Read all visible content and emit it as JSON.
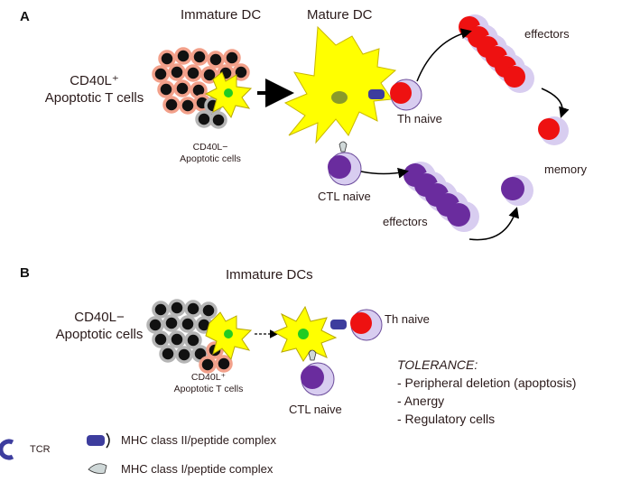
{
  "panels": {
    "a": "A",
    "b": "B"
  },
  "panel_a": {
    "immature_dc": "Immature DC",
    "mature_dc": "Mature DC",
    "apoptotic_t_line1": "CD40L⁺",
    "apoptotic_t_line2": "Apoptotic T cells",
    "cd40l_neg_line1": "CD40L−",
    "cd40l_neg_line2": "Apoptotic cells",
    "th_naive": "Th naive",
    "ctl_naive": "CTL naive",
    "effectors_top": "effectors",
    "effectors_bottom": "effectors",
    "memory": "memory"
  },
  "panel_b": {
    "immature_dcs": "Immature DCs",
    "apoptotic_line1": "CD40L−",
    "apoptotic_line2": "Apoptotic cells",
    "cd40l_pos_line1": "CD40L⁺",
    "cd40l_pos_line2": "Apoptotic T cells",
    "th_naive": "Th naive",
    "ctl_naive": "CTL naive",
    "tolerance_title": "TOLERANCE:",
    "tolerance_items": [
      "- Peripheral deletion (apoptosis)",
      "- Anergy",
      "- Regulatory cells"
    ]
  },
  "legend": {
    "tcr": "TCR",
    "mhc2": "MHC class II/peptide complex",
    "mhc1": "MHC class I/peptide complex"
  },
  "colors": {
    "dc_yellow": "#ffff00",
    "nucleus_green": "#22cc22",
    "th_red": "#ee1111",
    "ctl_purple": "#6a2c9e",
    "cell_lilac": "#d8cdf0",
    "tcr_blue": "#3d3d9e",
    "apoptotic_pink": "#f2a08a",
    "apoptotic_gray": "#b5b5b5"
  }
}
